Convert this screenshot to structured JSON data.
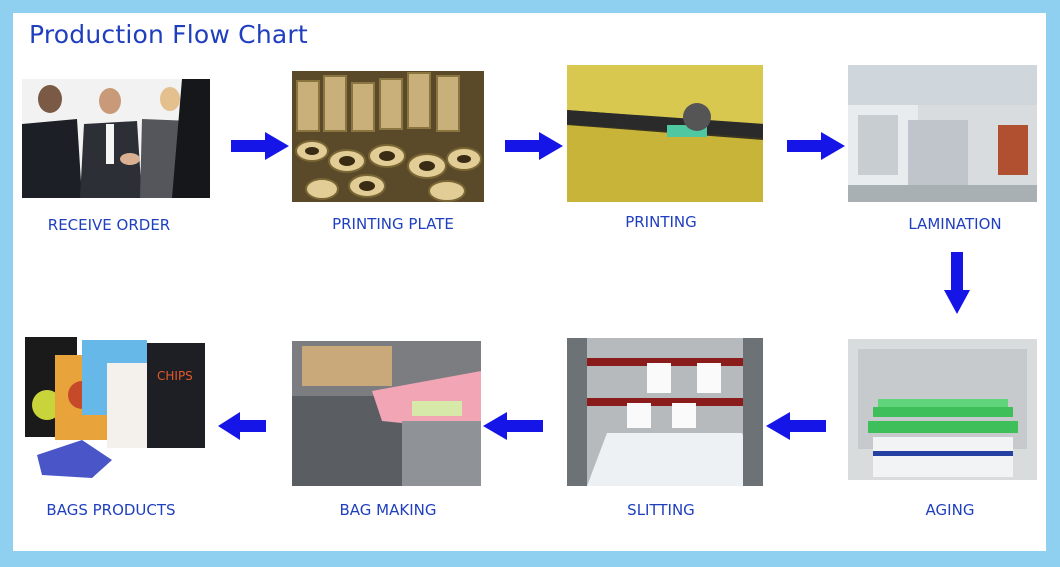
{
  "title": "Production Flow Chart",
  "colors": {
    "text": "#1f3fbf",
    "arrow": "#1515e8",
    "border": "#8fd0f0"
  },
  "steps": [
    {
      "label": "RECEIVE ORDER"
    },
    {
      "label": "PRINTING PLATE"
    },
    {
      "label": "PRINTING"
    },
    {
      "label": "LAMINATION"
    },
    {
      "label": "AGING"
    },
    {
      "label": "SLITTING"
    },
    {
      "label": "BAG MAKING"
    },
    {
      "label": "BAGS PRODUCTS"
    }
  ]
}
